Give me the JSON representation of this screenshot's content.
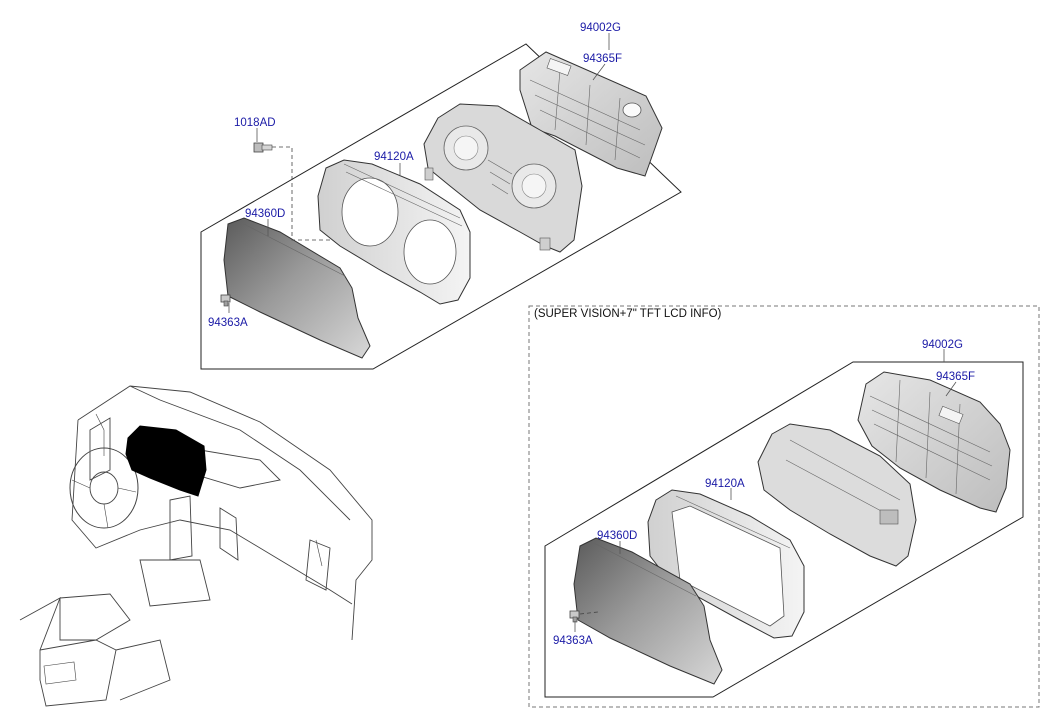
{
  "main_assembly": {
    "labels": {
      "cluster_assembly": "94002G",
      "case_rear": "94365F",
      "fastener_screw": "1018AD",
      "front_frame": "94120A",
      "lens_window": "94360D",
      "clip": "94363A"
    }
  },
  "variant_assembly": {
    "title": "(SUPER VISION+7\" TFT LCD INFO)",
    "labels": {
      "cluster_assembly": "94002G",
      "case_rear": "94365F",
      "front_frame": "94120A",
      "lens_window": "94360D",
      "clip": "94363A"
    }
  },
  "colors": {
    "label_text": "#1a1aa6",
    "highlight": "#000000"
  }
}
